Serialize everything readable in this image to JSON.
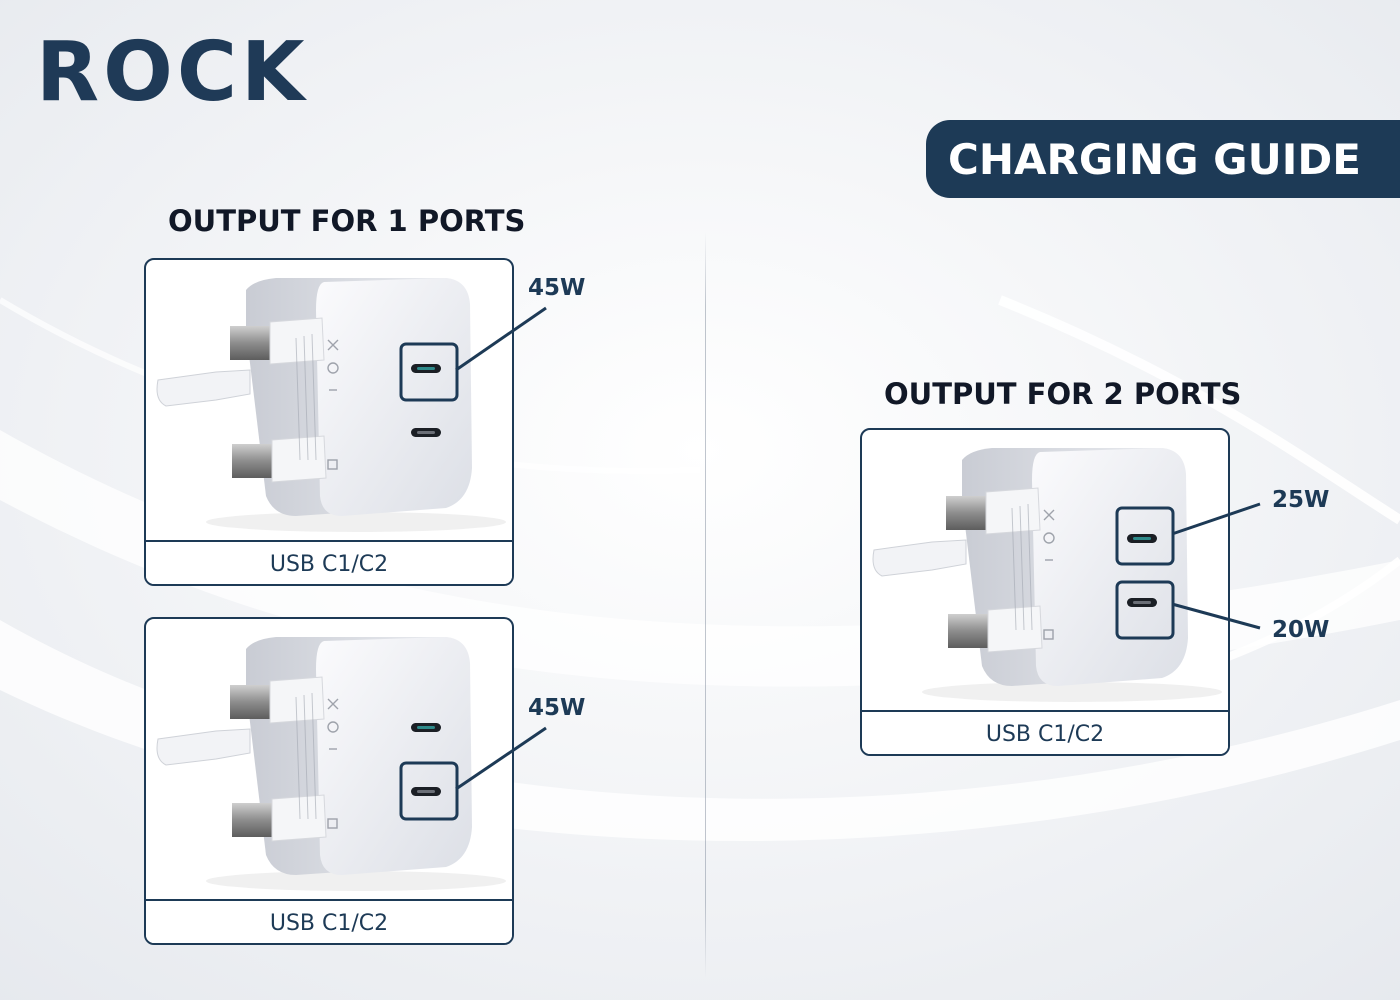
{
  "brand": {
    "logo_text": "ROCK"
  },
  "header": {
    "badge": "CHARGING GUIDE"
  },
  "single_port": {
    "title": "OUTPUT FOR 1 PORTS",
    "cards": [
      {
        "footer": "USB C1/C2",
        "watt": "45W"
      },
      {
        "footer": "USB C1/C2",
        "watt": "45W"
      }
    ]
  },
  "dual_port": {
    "title": "OUTPUT FOR 2 PORTS",
    "card": {
      "footer": "USB C1/C2",
      "watt_top": "25W",
      "watt_bottom": "20W"
    }
  },
  "colors": {
    "brand_navy": "#1d3a56",
    "title_text": "#111827",
    "background": "#f1f3f6"
  }
}
